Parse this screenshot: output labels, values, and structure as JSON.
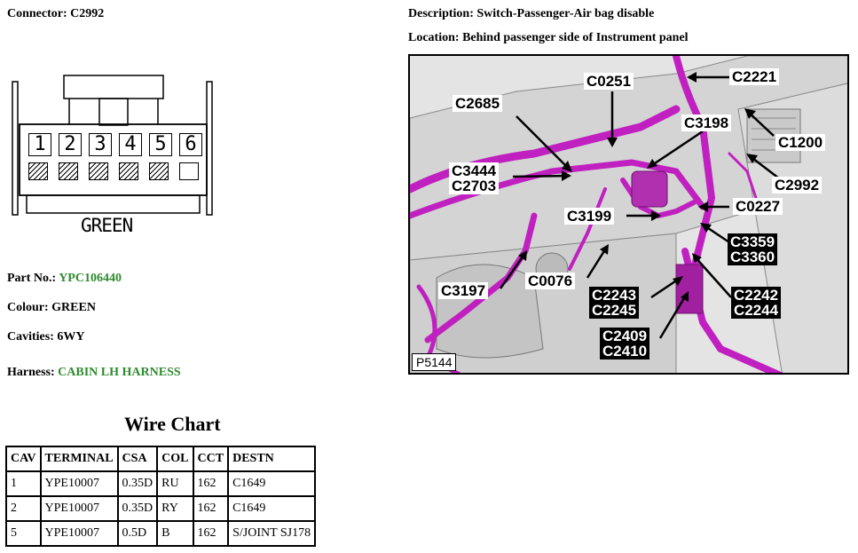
{
  "connector": {
    "label": "Connector:",
    "id": "C2992",
    "cavity_numbers": [
      "1",
      "2",
      "3",
      "4",
      "5",
      "6"
    ],
    "cavity_populated": [
      true,
      true,
      true,
      true,
      true,
      false
    ],
    "body_color_text": "GREEN"
  },
  "details": {
    "part_no_label": "Part No.:",
    "part_no": "YPC106440",
    "colour_label": "Colour:",
    "colour": "GREEN",
    "cavities_label": "Cavities:",
    "cavities": "6WY",
    "harness_label": "Harness:",
    "harness": "CABIN LH HARNESS"
  },
  "description": {
    "label": "Description:",
    "text": "Switch-Passenger-Air bag disable"
  },
  "location": {
    "label": "Location:",
    "text": "Behind passenger side of Instrument panel"
  },
  "photo": {
    "ref": "P5144",
    "callouts": {
      "c0251": "C0251",
      "c2221": "C2221",
      "c2685": "C2685",
      "c3198": "C3198",
      "c1200": "C1200",
      "c3444_c2703": "C3444\nC2703",
      "c2992": "C2992",
      "c3199": "C3199",
      "c0227": "C0227",
      "c3359_c3360": "C3359\nC3360",
      "c3197": "C3197",
      "c0076": "C0076",
      "c2243_c2245": "C2243\nC2245",
      "c2242_c2244": "C2242\nC2244",
      "c2409_c2410": "C2409\nC2410"
    }
  },
  "wire_chart": {
    "title": "Wire Chart",
    "headers": [
      "CAV",
      "TERMINAL",
      "CSA",
      "COL",
      "CCT",
      "DESTN"
    ],
    "rows": [
      [
        "1",
        "YPE10007",
        "0.35D",
        "RU",
        "162",
        "C1649"
      ],
      [
        "2",
        "YPE10007",
        "0.35D",
        "RY",
        "162",
        "C1649"
      ],
      [
        "5",
        "YPE10007",
        "0.5D",
        "B",
        "162",
        "S/JOINT SJ178"
      ]
    ]
  }
}
